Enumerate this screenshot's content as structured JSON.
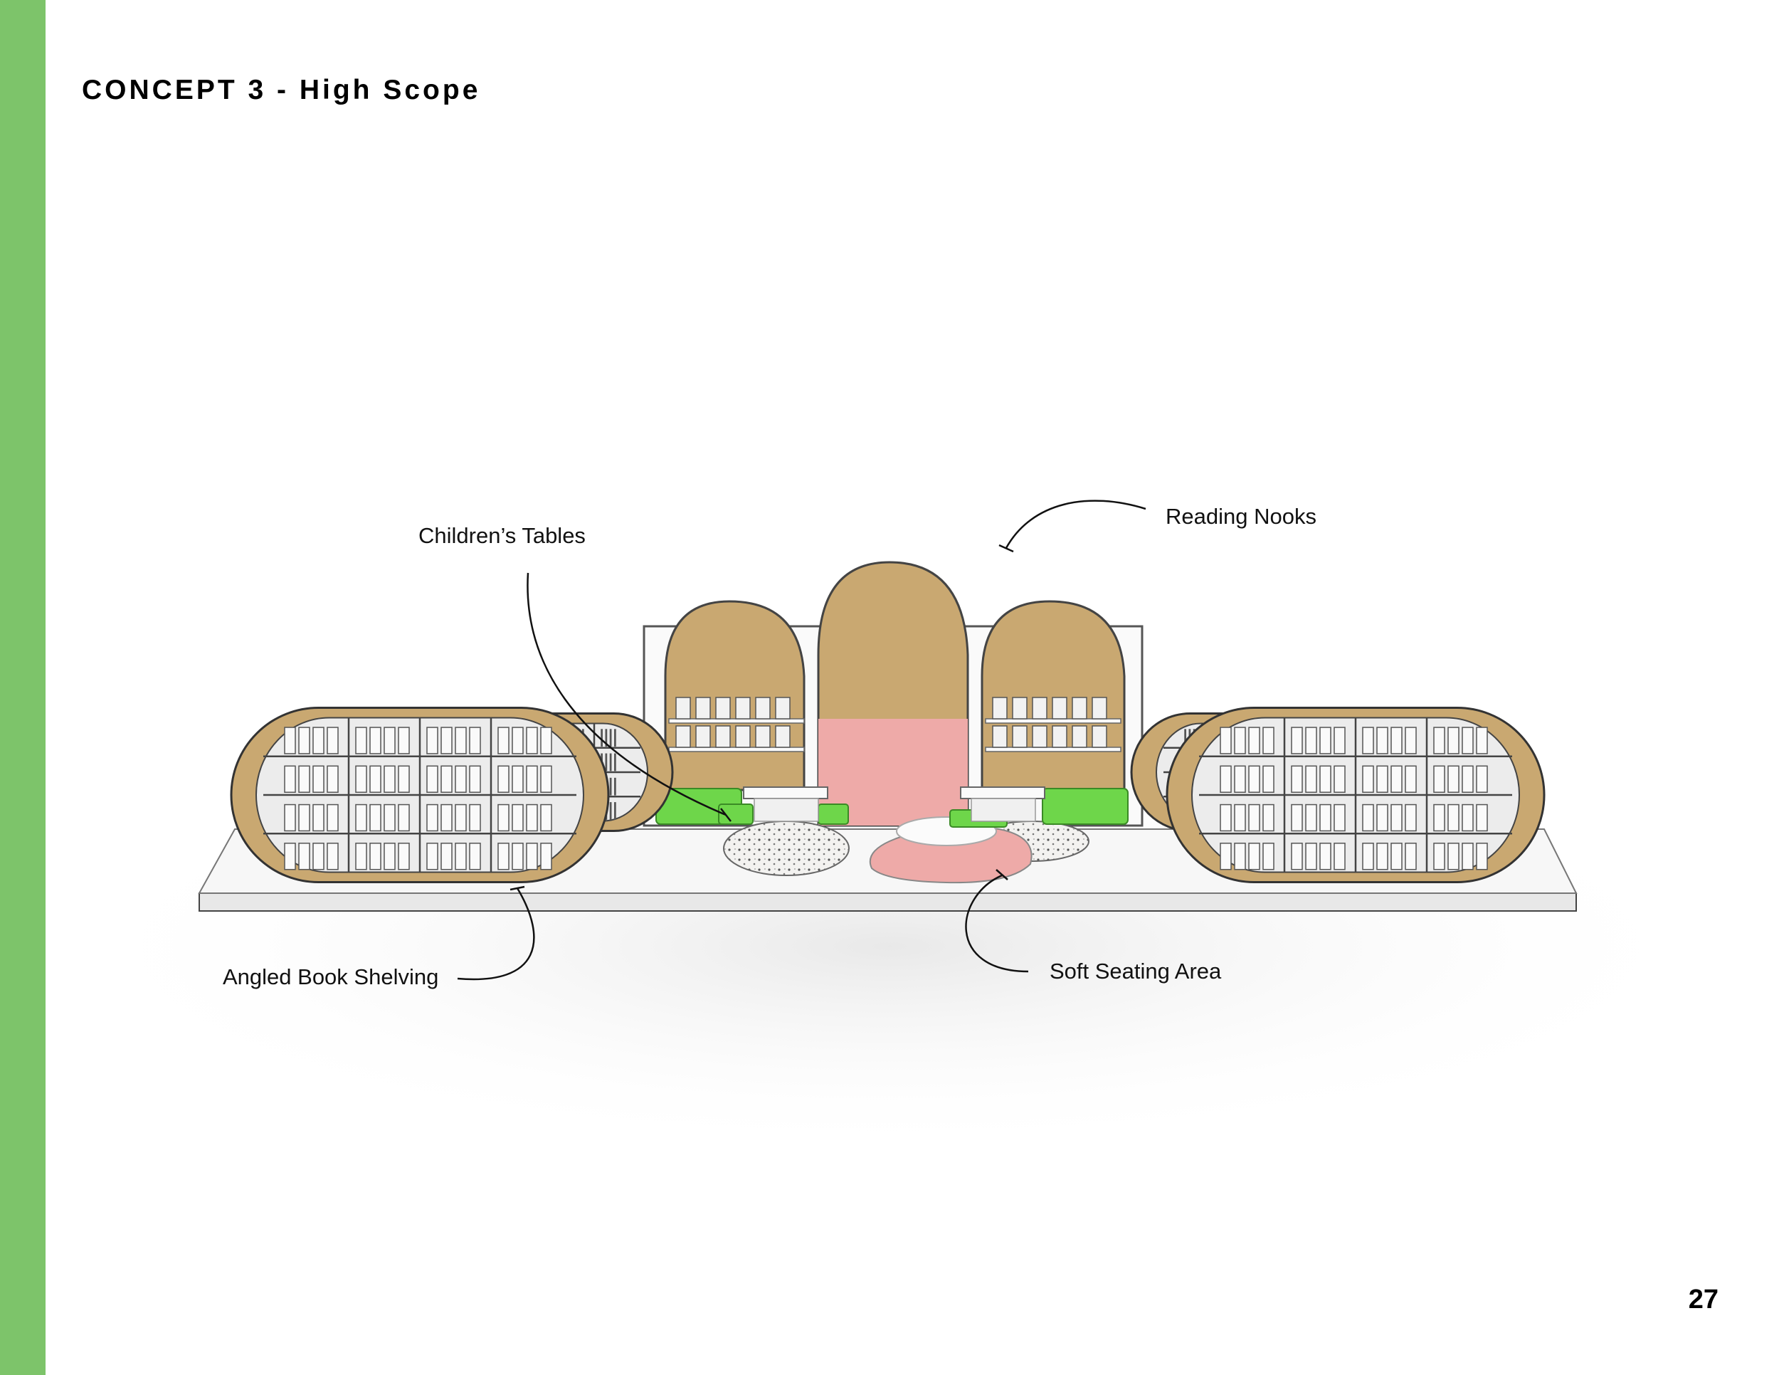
{
  "page": {
    "title": "CONCEPT 3 - High Scope",
    "page_number": "27",
    "accent_color": "#7dc46a"
  },
  "callouts": {
    "childrens_tables": "Children’s Tables",
    "reading_nooks": "Reading Nooks",
    "angled_book_shelving": "Angled Book Shelving",
    "soft_seating_area": "Soft Seating Area"
  },
  "colors": {
    "wood": "#c9a871",
    "wood_dark": "#b48e55",
    "pink": "#eeaaa8",
    "green": "#6ed64a",
    "shelf": "#f2f2f2",
    "stone": "#f1f0ee"
  }
}
